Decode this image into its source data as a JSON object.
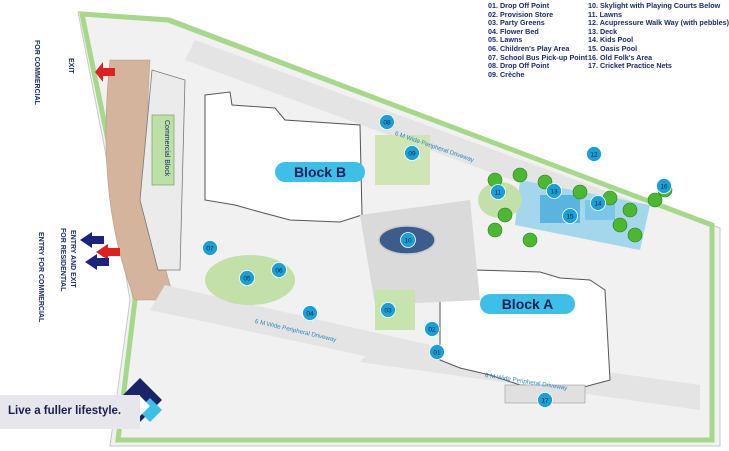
{
  "legend": {
    "col1": [
      "01. Drop Off Point",
      "02. Provision Store",
      "03. Party Greens",
      "04. Flower Bed",
      "05. Lawns",
      "06. Children's Play Area",
      "07. School Bus Pick-up Point",
      "08. Drop Off Point",
      "09. Crèche"
    ],
    "col2": [
      "10. Skylight with Playing Courts Below",
      "11. Lawns",
      "12. Acupressure Walk Way (with pebbles)",
      "13. Deck",
      "14. Kids Pool",
      "15. Oasis Pool",
      "16. Old Folk's Area",
      "17. Cricket Practice Nets"
    ]
  },
  "entries": {
    "exit_commercial": [
      "EXIT",
      "FOR COMMERCIAL"
    ],
    "entry_exit_residential": [
      "ENTRY AND EXIT",
      "FOR RESIDENTIAL"
    ],
    "entry_commercial": "ENTRY FOR COMMERCIAL"
  },
  "blocks": {
    "block_b": "Block B",
    "block_a": "Block A",
    "commercial": "Commercial Block"
  },
  "roads": {
    "top": "6 M Wide Peripheral Driveway",
    "middle": "6 M Wide Peripheral Driveway",
    "bottom": "6 M Wide Peripheral Driveway"
  },
  "markers": [
    "01",
    "02",
    "03",
    "04",
    "05",
    "06",
    "07",
    "08",
    "09",
    "10",
    "11",
    "12",
    "13",
    "14",
    "15",
    "16",
    "17"
  ],
  "tagline": "Live a fuller lifestyle.",
  "colors": {
    "marker": "#1a9fd6",
    "block_label_fill": "#3dc0e8",
    "legend_text": "#1a2a6c",
    "tree": "#4bb832",
    "water": "#5ab4e0",
    "arrow_red": "#e02020",
    "arrow_navy": "#1a237e"
  }
}
